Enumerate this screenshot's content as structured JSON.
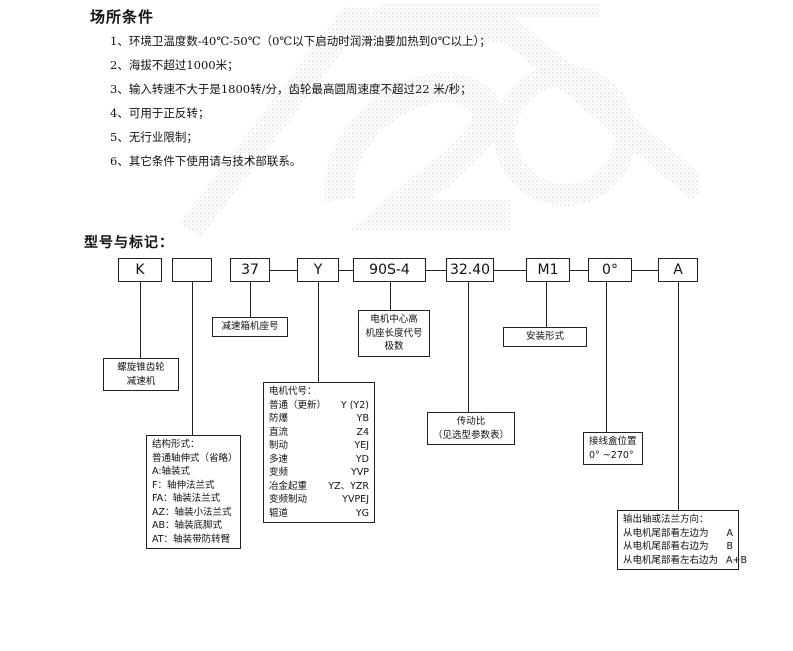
{
  "site_conditions": {
    "title": "场所条件",
    "items": [
      "1、环境卫温度数-40℃-50℃（0℃以下启动时润滑油要加热到0℃以上）；",
      "2、海拔不超过1000米；",
      "3、输入转速不大于是1800转/分，齿轮最高圆周速度不超过22 米/秒；",
      "4、可用于正反转；",
      "5、无行业限制；",
      "6、其它条件下使用请与技术部联系。"
    ]
  },
  "model": {
    "title": "型号与标记：",
    "codes": [
      "K",
      "",
      "37",
      "Y",
      "90S-4",
      "32.40",
      "M1",
      "0°",
      "A"
    ],
    "labels": {
      "reducer_type": [
        "螺旋锥齿轮",
        "减速机"
      ],
      "frame_size": "减速箱机座号",
      "structure": {
        "title": "结构形式：",
        "items": [
          "普通轴伸式（省略）",
          "A:轴装式",
          "F：轴伸法兰式",
          "FA：轴装法兰式",
          "AZ：轴装小法兰式",
          "AB：轴装底脚式",
          "AT：轴装带防转臂"
        ]
      },
      "motor_code": {
        "title": "电机代号：",
        "rows": [
          [
            "普通（更新）",
            "Y (Y2)"
          ],
          [
            "防爆",
            "YB"
          ],
          [
            "直流",
            "Z4"
          ],
          [
            "制动",
            "YEJ"
          ],
          [
            "多速",
            "YD"
          ],
          [
            "变频",
            "YVP"
          ],
          [
            "冶金起重",
            "YZ、YZR"
          ],
          [
            "变频制动",
            "YVPEJ"
          ],
          [
            "辊道",
            "YG"
          ]
        ]
      },
      "motor_frame": [
        "电机中心高",
        "机座长度代号",
        "极数"
      ],
      "ratio": [
        "传动比",
        "（见选型参数表）"
      ],
      "mounting": "安装形式",
      "terminal_box": [
        "接线盒位置",
        "0° ~270°"
      ],
      "shaft_direction": {
        "title": "输出轴或法兰方向：",
        "rows": [
          [
            "从电机尾部看左边为",
            "A"
          ],
          [
            "从电机尾部看右边为",
            "B"
          ],
          [
            "从电机尾部看左右边为",
            "A+B"
          ]
        ]
      }
    }
  }
}
